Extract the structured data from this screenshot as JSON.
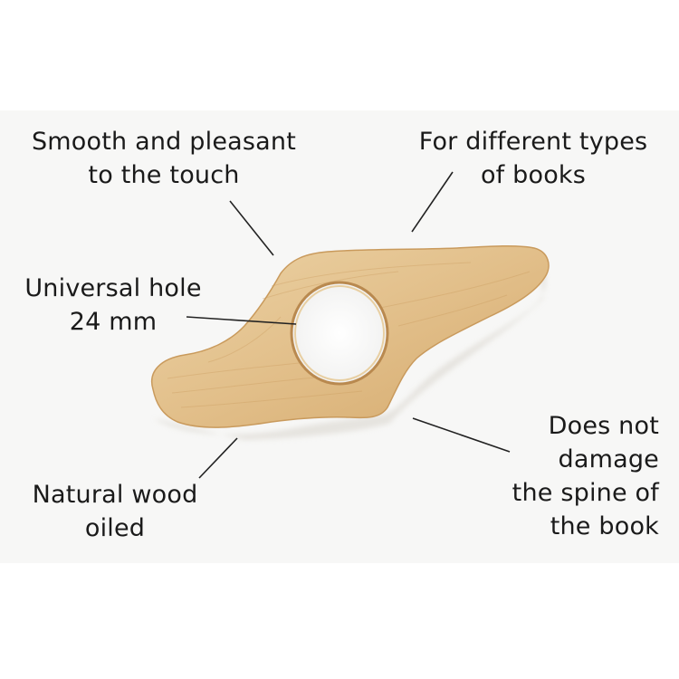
{
  "captions": {
    "smooth": [
      "Smooth and pleasant",
      "to the touch"
    ],
    "types": [
      "For different types",
      "of books"
    ],
    "hole": [
      "Universal hole",
      "24 mm"
    ],
    "damage": [
      "Does not",
      "damage",
      "the spine of",
      "the book"
    ],
    "wood": [
      "Natural wood",
      "oiled"
    ]
  },
  "colors": {
    "background": "#ffffff",
    "backdrop": "#f7f7f6",
    "text": "#1a1a1a",
    "wood": "#e2bf8a",
    "wood_dark": "#c99a5c",
    "leader_line": "#222222"
  }
}
